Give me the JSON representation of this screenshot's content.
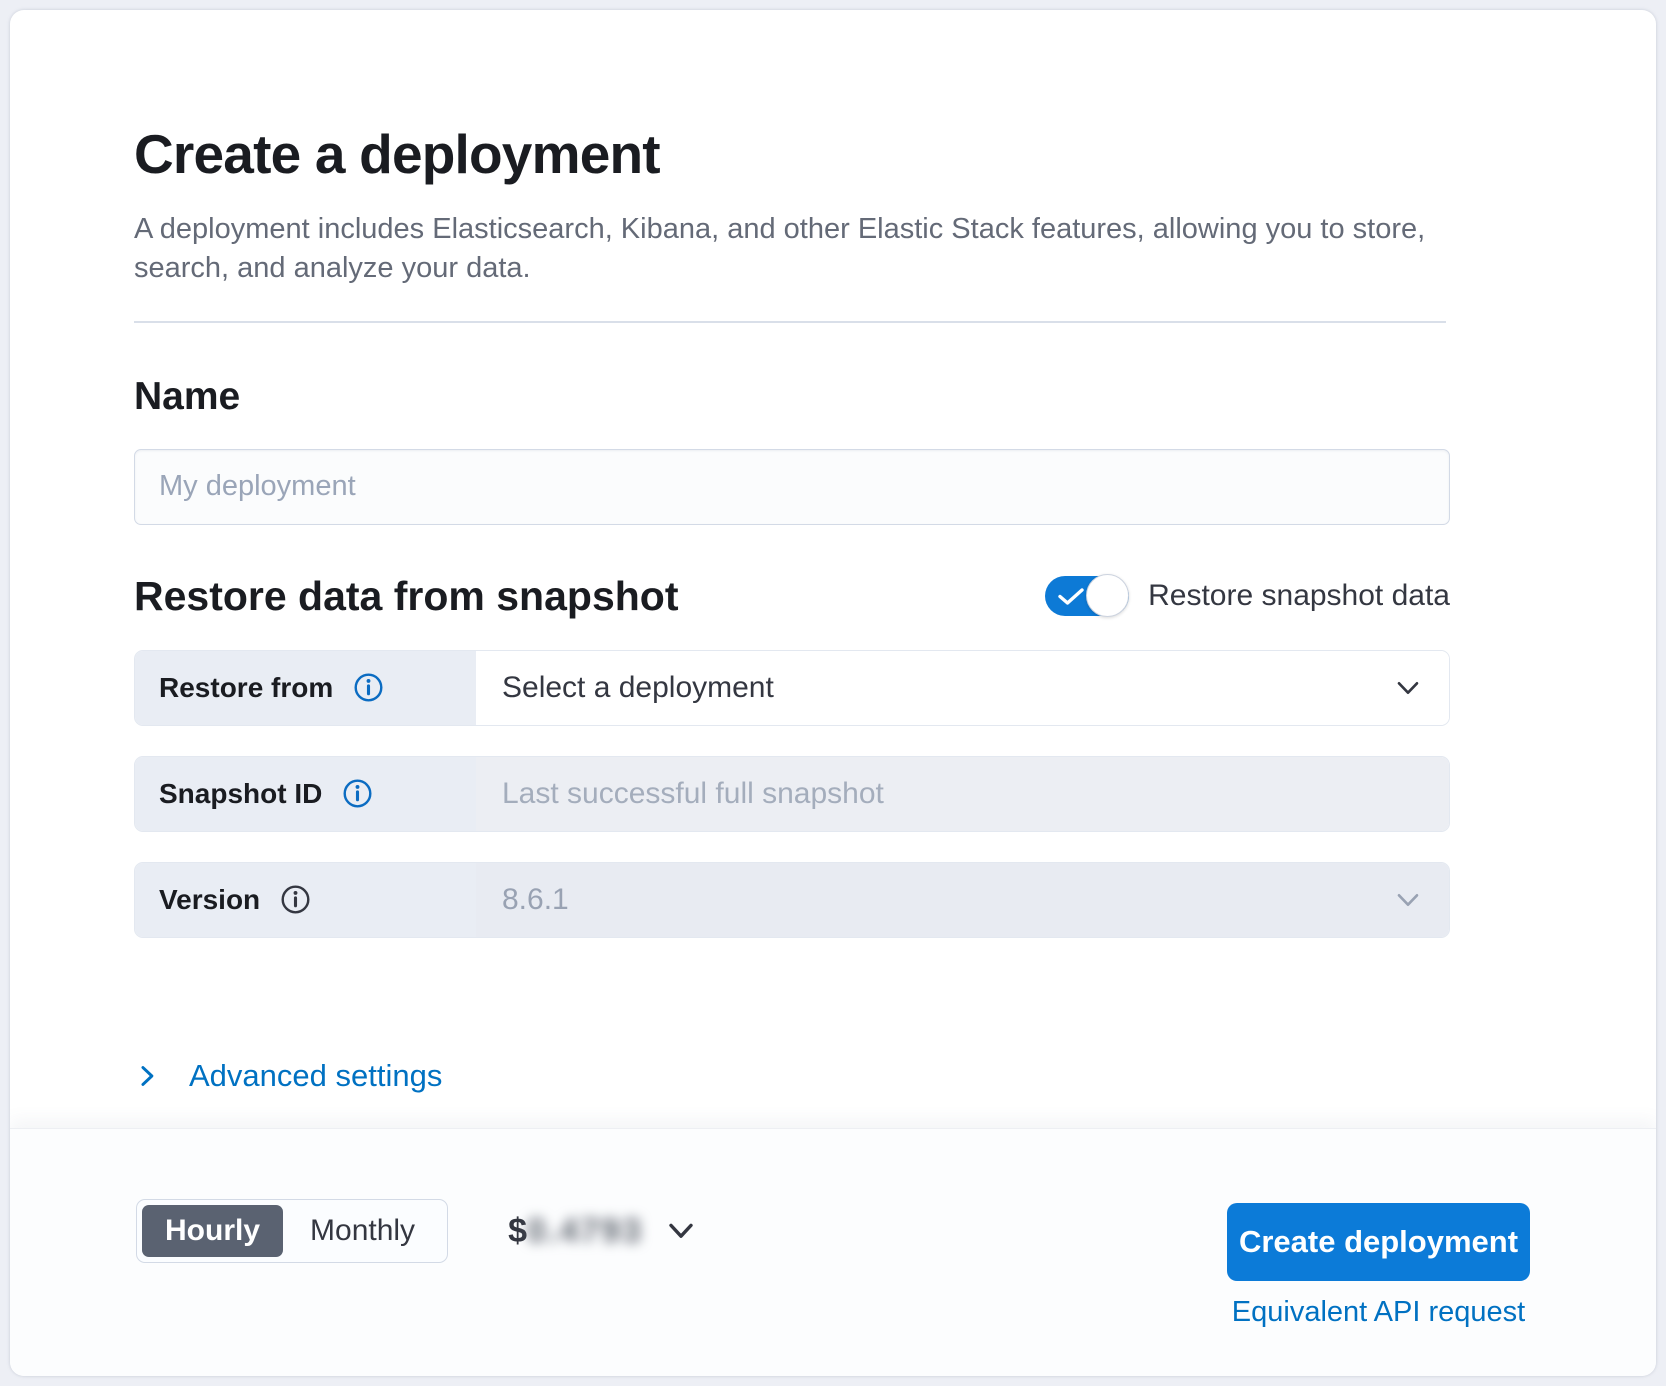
{
  "page": {
    "title": "Create a deployment",
    "subtitle": "A deployment includes Elasticsearch, Kibana, and other Elastic Stack features, allowing you to store, search, and analyze your data."
  },
  "name_section": {
    "heading": "Name",
    "placeholder": "My deployment"
  },
  "restore_section": {
    "heading": "Restore data from snapshot",
    "toggle_label": "Restore snapshot data",
    "toggle_on": true,
    "restore_from": {
      "label": "Restore from",
      "value": "Select a deployment"
    },
    "snapshot_id": {
      "label": "Snapshot ID",
      "placeholder": "Last successful full snapshot"
    },
    "version": {
      "label": "Version",
      "value": "8.6.1"
    }
  },
  "advanced_settings_label": "Advanced settings",
  "footer": {
    "billing_options": [
      "Hourly",
      "Monthly"
    ],
    "selected_billing": "Hourly",
    "price_currency": "$",
    "price_value": "0.4793",
    "create_button_label": "Create deployment",
    "api_link_label": "Equivalent API request"
  },
  "colors": {
    "primary_button": "#0c7bd8",
    "toggle_on": "#0d7ad6",
    "link": "#0071c2",
    "label_panel": "#e9edf4",
    "selected_segment": "#5a6271"
  }
}
